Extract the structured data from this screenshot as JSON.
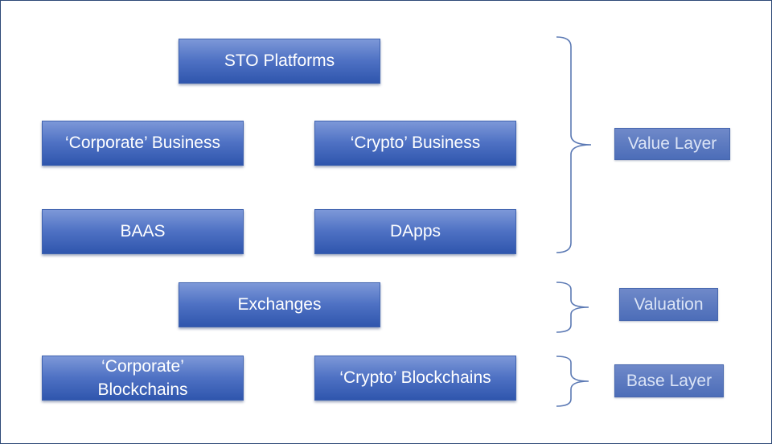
{
  "boxes": {
    "sto_platforms": "STO Platforms",
    "corporate_business": "‘Corporate’ Business",
    "crypto_business": "‘Crypto’ Business",
    "baas": "BAAS",
    "dapps": "DApps",
    "exchanges": "Exchanges",
    "corporate_blockchains_line1": "‘Corporate’",
    "corporate_blockchains_line2": "Blockchains",
    "crypto_blockchains": "‘Crypto’ Blockchains"
  },
  "layers": {
    "value_layer": "Value Layer",
    "valuation": "Valuation",
    "base_layer": "Base Layer"
  },
  "colors": {
    "box_top": "#7d98d8",
    "box_bottom": "#2f56ad",
    "brace": "#5b79b4",
    "label_text": "#dbe4f6"
  }
}
